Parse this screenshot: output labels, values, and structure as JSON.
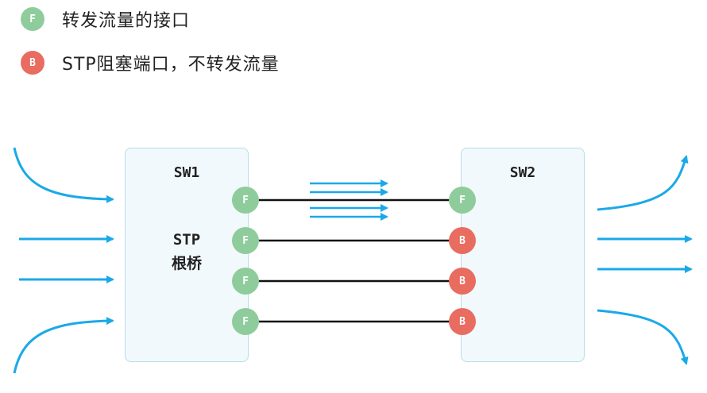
{
  "legend": {
    "forward": {
      "letter": "F",
      "text": "转发流量的接口"
    },
    "blocked": {
      "letter": "B",
      "text": "STP阻塞端口，不转发流量"
    }
  },
  "sw1": {
    "name": "SW1",
    "role_line1": "STP",
    "role_line2": "根桥"
  },
  "sw2": {
    "name": "SW2"
  },
  "ports": {
    "sw1": [
      "F",
      "F",
      "F",
      "F"
    ],
    "sw2": [
      "F",
      "B",
      "B",
      "B"
    ]
  },
  "colors": {
    "forward": "#8fcc9c",
    "blocked": "#e96c60",
    "arrow": "#1aa9e8",
    "link": "#111111"
  }
}
